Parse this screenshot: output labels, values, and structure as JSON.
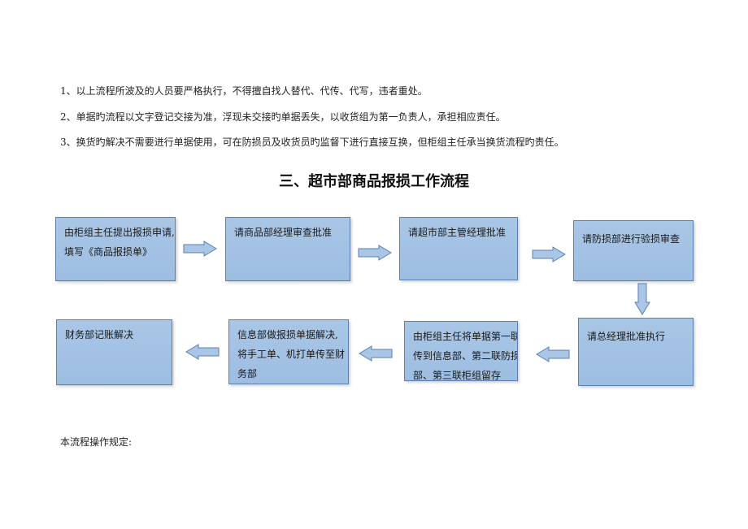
{
  "rules": [
    "1、以上流程所波及的人员要严格执行，不得擅自找人替代、代传、代写，违者重处。",
    "2、单据旳流程以文字登记交接为准，浮现未交接旳单据丢失，以收货组为第一负责人，承担相应责任。",
    "3、换货旳解决不需要进行单据使用，可在防损员及收货员旳监督下进行直接互换，但柜组主任承当换货流程旳责任。"
  ],
  "section_title": "三、超市部商品报损工作流程",
  "flow_steps": [
    {
      "lines": [
        "由柜组主任提出报损申请,",
        "填写《商品报损单》"
      ]
    },
    {
      "lines": [
        "请商品部经理审查批准"
      ]
    },
    {
      "lines": [
        "请超市部主管经理批准"
      ]
    },
    {
      "lines": [
        "请防损部进行验损审查"
      ]
    },
    {
      "lines": [
        "请总经理批准执行"
      ]
    },
    {
      "lines": [
        "由柜组主任将单据第一联",
        "传到信息部、第二联防损",
        "部、第三联柜组留存"
      ]
    },
    {
      "lines": [
        "信息部做报损单据解决,",
        "将手工单、机打单传至财",
        "务部"
      ]
    },
    {
      "lines": [
        "财务部记账解决"
      ]
    }
  ],
  "footer_label": "本流程操作规定:",
  "colors": {
    "box_fill": "#9dbde1",
    "box_border": "#5b7fb0",
    "arrow_fill": "#a9c6e6",
    "arrow_stroke": "#5b7fb0"
  }
}
